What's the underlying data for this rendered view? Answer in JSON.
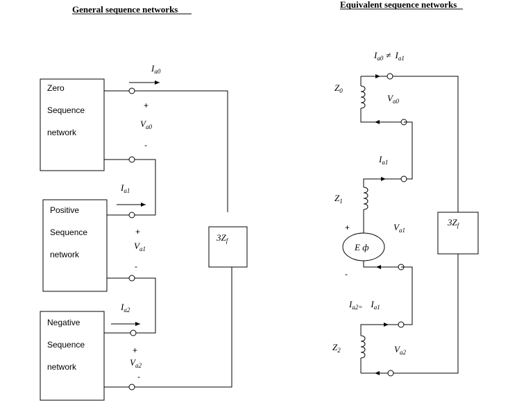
{
  "titles": {
    "left": "General sequence networks",
    "right": "Equivalent sequence networks"
  },
  "left": {
    "zero_box": [
      "Zero",
      "Sequence",
      "network"
    ],
    "positive_box": [
      "Positive",
      "Sequence",
      "network"
    ],
    "negative_box": [
      "Negative",
      "Sequence",
      "network"
    ],
    "fault_box": {
      "main": "3Z",
      "sub": "f"
    },
    "currents": [
      {
        "main": "I",
        "sub": "a0"
      },
      {
        "main": "I",
        "sub": "a1"
      },
      {
        "main": "I",
        "sub": "a2"
      }
    ],
    "voltages": [
      {
        "main": "V",
        "sub": "a0"
      },
      {
        "main": "V",
        "sub": "a1"
      },
      {
        "main": "V",
        "sub": "a2"
      }
    ],
    "plus": "+",
    "minus": "-"
  },
  "right": {
    "top_label": {
      "i1": "I",
      "s1": "a0",
      "neq": "≠",
      "i2": "I",
      "s2": "a1"
    },
    "z0": {
      "main": "Z",
      "sub": "0"
    },
    "z1": {
      "main": "Z",
      "sub": "1"
    },
    "z2": {
      "main": "Z",
      "sub": "2"
    },
    "va0": {
      "main": "V",
      "sub": "a0"
    },
    "va1": {
      "main": "V",
      "sub": "a1"
    },
    "va2": {
      "main": "V",
      "sub": "a2"
    },
    "ia1": {
      "main": "I",
      "sub": "a1"
    },
    "ia2_eq": {
      "i1": "I",
      "s1": "a2=",
      "i2": "I",
      "s2": "a1"
    },
    "source": "E ф",
    "fault_box": {
      "main": "3Z",
      "sub": "f"
    },
    "plus": "+",
    "minus": "-"
  }
}
